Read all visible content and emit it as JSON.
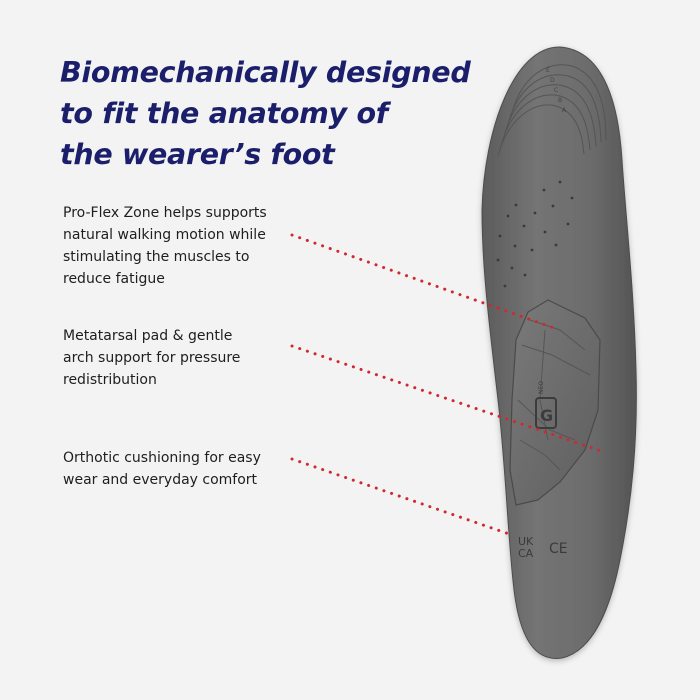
{
  "headline": {
    "lines": [
      "Biomechanically designed",
      "to fit the anatomy of",
      "the wearer’s foot"
    ]
  },
  "features": [
    {
      "lines": [
        "Pro-Flex Zone helps supports",
        "natural walking motion while",
        "stimulating the muscles to",
        "reduce fatigue"
      ]
    },
    {
      "lines": [
        "Metatarsal pad & gentle",
        "arch support for pressure",
        "redistribution"
      ]
    },
    {
      "lines": [
        "Orthotic cushioning for easy",
        "wear and everyday comfort"
      ]
    }
  ],
  "insole": {
    "size_marks": [
      "E",
      "D",
      "C",
      "B",
      "A"
    ],
    "brand_mark": "G",
    "brand_prefix": "NEO",
    "cert_ukca_1": "UK",
    "cert_ukca_2": "CA",
    "cert_ce": "CE"
  },
  "colors": {
    "background": "#f3f3f3",
    "headline": "#1b1f6b",
    "body_text": "#1e1e1e",
    "leader_dots": "#d0282e",
    "insole_base": "#6e6e6e",
    "insole_shadow": "#4a4a4a"
  }
}
